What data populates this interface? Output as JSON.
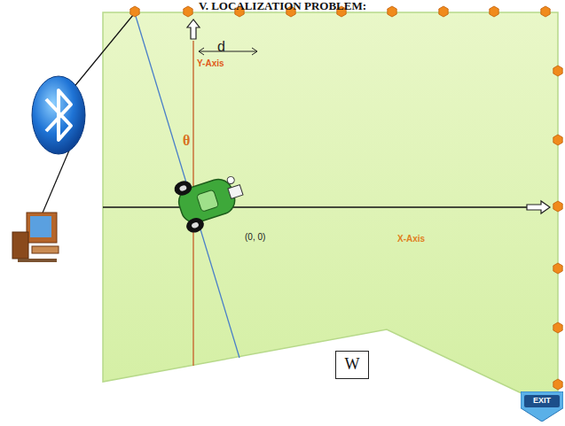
{
  "diagram": {
    "title": "V. LOCALIZATION PROBLEM:",
    "nodes": [
      {
        "text": [
          "W"
        ]
      },
      {
        "text": [
          "EXIT"
        ]
      }
    ],
    "labels": [
      "d",
      "Y-Axis",
      "θ",
      "(0, 0)",
      "X-Axis"
    ]
  }
}
